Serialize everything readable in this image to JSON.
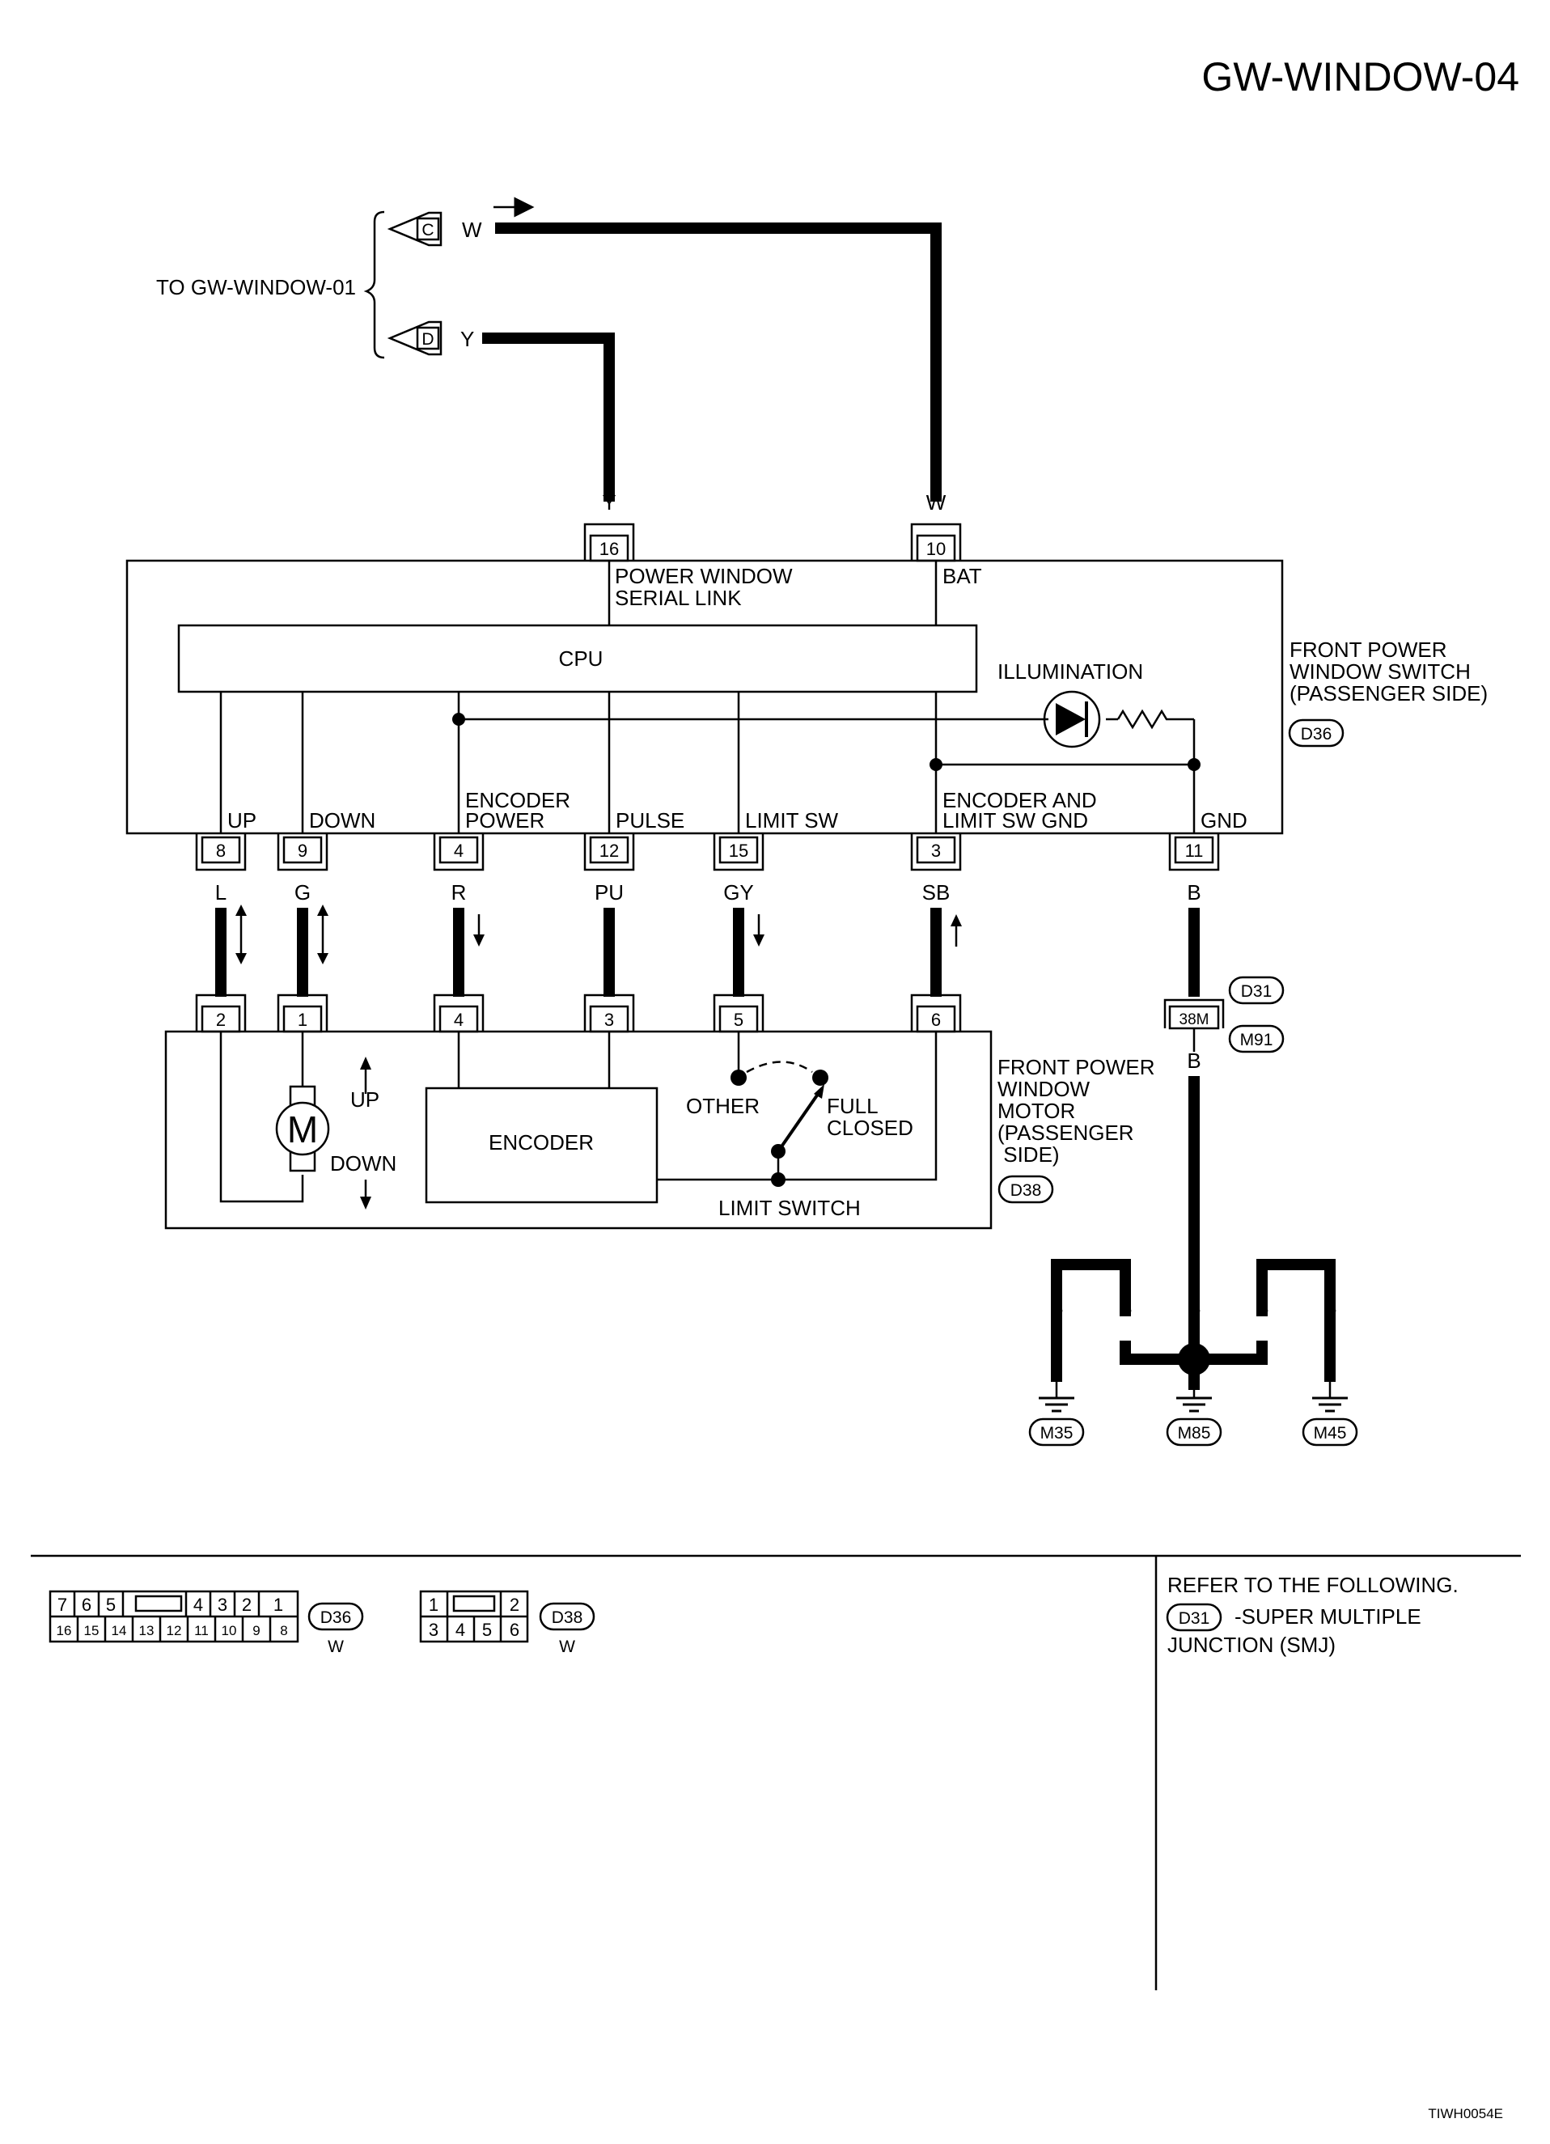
{
  "page_code": "GW-WINDOW-04",
  "footer_code": "TIWH0054E",
  "to_label": "TO GW-WINDOW-01",
  "to_connectors": [
    {
      "letter": "C",
      "color": "W"
    },
    {
      "letter": "D",
      "color": "Y"
    }
  ],
  "switch": {
    "label": [
      "FRONT POWER",
      "WINDOW SWITCH",
      "(PASSENGER SIDE)"
    ],
    "connector": "D36",
    "cpu": "CPU",
    "illumination": "ILLUMINATION",
    "top_pins": [
      {
        "pin": "16",
        "color": "Y",
        "func": [
          "POWER WINDOW",
          "SERIAL LINK"
        ]
      },
      {
        "pin": "10",
        "color": "W",
        "func": [
          "BAT"
        ]
      }
    ],
    "bottom_pins": [
      {
        "pin": "8",
        "color": "L",
        "func": [
          "UP"
        ]
      },
      {
        "pin": "9",
        "color": "G",
        "func": [
          "DOWN"
        ]
      },
      {
        "pin": "4",
        "color": "R",
        "func": [
          "ENCODER",
          "POWER"
        ]
      },
      {
        "pin": "12",
        "color": "PU",
        "func": [
          "PULSE"
        ]
      },
      {
        "pin": "15",
        "color": "GY",
        "func": [
          "LIMIT SW"
        ]
      },
      {
        "pin": "3",
        "color": "SB",
        "func": [
          "ENCODER AND",
          "LIMIT SW GND"
        ]
      },
      {
        "pin": "11",
        "color": "B",
        "func": [
          "GND"
        ]
      }
    ]
  },
  "motor": {
    "label": [
      "FRONT POWER",
      "WINDOW",
      "MOTOR",
      "(PASSENGER",
      " SIDE)"
    ],
    "connector": "D38",
    "pins": [
      "2",
      "1",
      "4",
      "3",
      "5",
      "6"
    ],
    "motor_symbol": "M",
    "up": "UP",
    "down": "DOWN",
    "encoder": "ENCODER",
    "other": "OTHER",
    "full_closed": [
      "FULL",
      "CLOSED"
    ],
    "limit_switch": "LIMIT SWITCH"
  },
  "junction": {
    "pin": "38M",
    "conn_top": "D31",
    "conn_bottom": "M91",
    "color": "B"
  },
  "ground": {
    "colors": [
      "B",
      "B",
      "B",
      "B",
      "B"
    ],
    "points": [
      "M35",
      "M85",
      "M45"
    ]
  },
  "connector_views": {
    "d36": {
      "top": [
        "7",
        "6",
        "5",
        "4",
        "3",
        "2",
        "1"
      ],
      "bottom": [
        "16",
        "15",
        "14",
        "13",
        "12",
        "11",
        "10",
        "9",
        "8"
      ],
      "name": "D36",
      "color": "W"
    },
    "d38": {
      "top": [
        "1",
        "2"
      ],
      "bottom": [
        "3",
        "4",
        "5",
        "6"
      ],
      "name": "D38",
      "color": "W"
    }
  },
  "refer": {
    "title": "REFER TO THE FOLLOWING.",
    "connector": "D31",
    "text": [
      "-SUPER MULTIPLE",
      "JUNCTION (SMJ)"
    ]
  }
}
